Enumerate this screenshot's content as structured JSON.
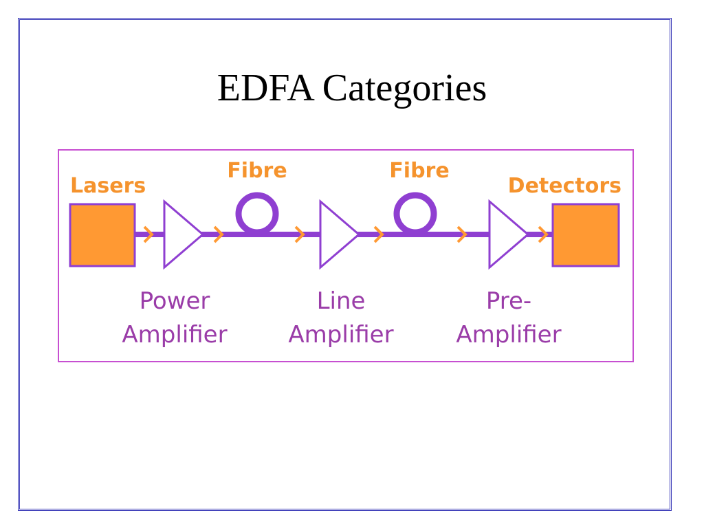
{
  "slide": {
    "title": "EDFA Categories",
    "border_color": "#3a3ab8"
  },
  "diagram": {
    "colors": {
      "frame": "#c74fd1",
      "line": "#8f3fd1",
      "orange": "#ff9933",
      "label_orange": "#f5932d",
      "label_purple": "#9a3ca8"
    },
    "source_label": "Lasers",
    "sink_label": "Detectors",
    "fibre_labels": [
      "Fibre",
      "Fibre"
    ],
    "amplifiers": [
      {
        "line1": "Power",
        "line2": "Amplifier"
      },
      {
        "line1": "Line",
        "line2": "Amplifier"
      },
      {
        "line1": "Pre-",
        "line2": "Amplifier"
      }
    ]
  }
}
